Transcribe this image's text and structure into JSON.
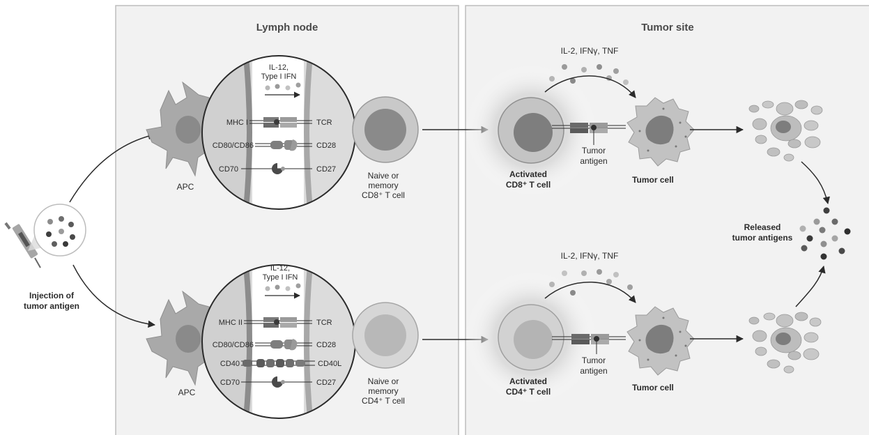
{
  "panels": {
    "lymph_node": "Lymph node",
    "tumor_site": "Tumor site"
  },
  "injection": {
    "line1": "Injection of",
    "line2": "tumor antigen"
  },
  "apc_label": "APC",
  "top": {
    "cytokines_line1": "IL-12,",
    "cytokines_line2": "Type I IFN",
    "mhc": "MHC I",
    "tcr": "TCR",
    "cd80": "CD80/CD86",
    "cd28": "CD28",
    "cd70": "CD70",
    "cd27": "CD27",
    "tcell_line1": "Naive or",
    "tcell_line2": "memory",
    "tcell_line3": "CD8⁺ T cell",
    "effector_cytokines": "IL-2, IFNγ, TNF",
    "activated_line1": "Activated",
    "activated_line2": "CD8⁺ T cell",
    "antigen_line1": "Tumor",
    "antigen_line2": "antigen",
    "tumor_cell": "Tumor cell"
  },
  "bottom": {
    "cytokines_line1": "IL-12,",
    "cytokines_line2": "Type I IFN",
    "mhc": "MHC II",
    "tcr": "TCR",
    "cd80": "CD80/CD86",
    "cd28": "CD28",
    "cd40": "CD40",
    "cd40l": "CD40L",
    "cd70": "CD70",
    "cd27": "CD27",
    "tcell_line1": "Naive or",
    "tcell_line2": "memory",
    "tcell_line3": "CD4⁺ T cell",
    "effector_cytokines": "IL-2, IFNγ, TNF",
    "activated_line1": "Activated",
    "activated_line2": "CD4⁺ T cell",
    "antigen_line1": "Tumor",
    "antigen_line2": "antigen",
    "tumor_cell": "Tumor cell"
  },
  "released": {
    "line1": "Released",
    "line2": "tumor antigens"
  },
  "colors": {
    "panel_bg": "#f2f2f2",
    "panel_border": "#bdbdbd",
    "cell_light": "#cfcfcf",
    "cell_dark": "#8e8e8e",
    "arrow": "#2b2b2b"
  }
}
